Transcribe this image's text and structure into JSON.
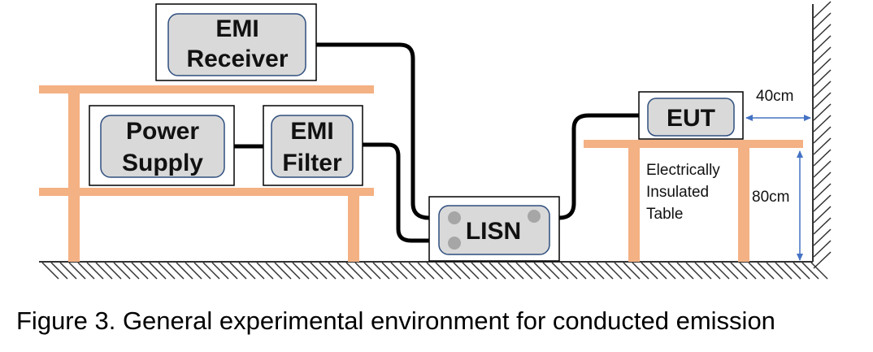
{
  "diagram": {
    "emi_receiver": {
      "line1": "EMI",
      "line2": "Receiver"
    },
    "power_supply": {
      "line1": "Power",
      "line2": "Supply"
    },
    "emi_filter": {
      "line1": "EMI",
      "line2": "Filter"
    },
    "lisn": {
      "label": "LISN"
    },
    "eut": {
      "label": "EUT"
    },
    "table_label": {
      "line1": "Electrically",
      "line2": "Insulated",
      "line3": "Table"
    },
    "dim_wall": "40cm",
    "dim_height": "80cm"
  },
  "caption": "Figure 3. General experimental environment for conducted emission",
  "colors": {
    "furniture": "#f4b183",
    "inner_box_fill": "#d9d9d9",
    "inner_box_stroke": "#2f4f7f",
    "cable": "#000000",
    "dimension_arrow": "#4472c4",
    "ground_hatch": "#333333"
  }
}
